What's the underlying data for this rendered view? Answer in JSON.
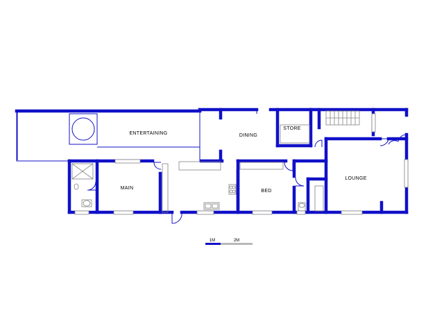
{
  "rooms": {
    "entertaining": "ENTERTAINING",
    "dining": "DINING",
    "store": "STORE",
    "main": "MAIN",
    "bed": "BED",
    "lounge": "LOUNGE"
  },
  "scale_bar": {
    "label_1": "1M",
    "label_2": "2M"
  },
  "colors": {
    "wall": "#1010c8",
    "fixture": "#808080",
    "background": "#ffffff"
  }
}
